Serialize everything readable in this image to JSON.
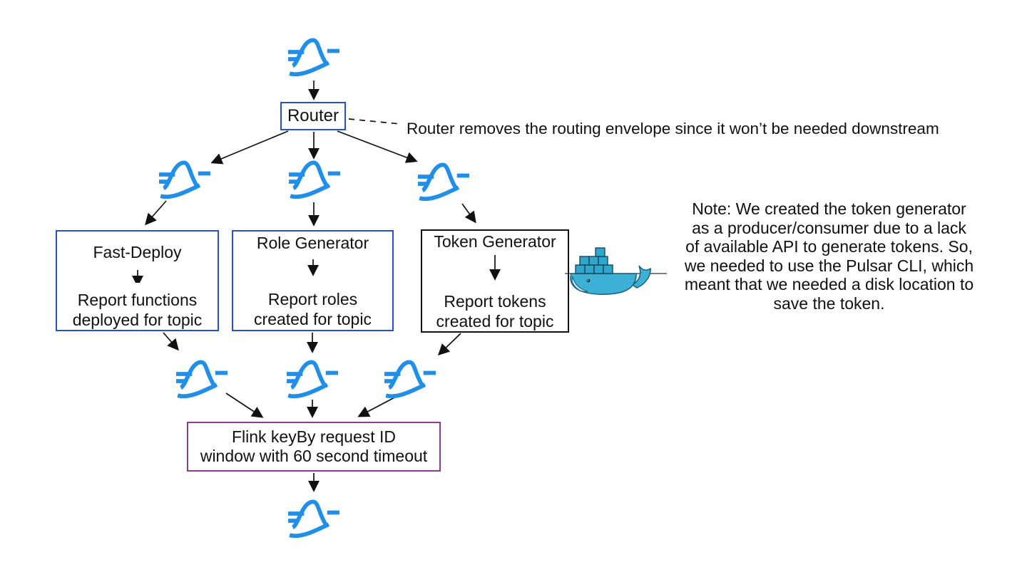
{
  "diagram": {
    "router": {
      "label": "Router"
    },
    "router_annotation": "Router removes the routing envelope since it won’t be needed downstream",
    "boxes": {
      "fast_deploy": {
        "title": "Fast-Deploy",
        "body_line1": "Report functions",
        "body_line2": "deployed for topic"
      },
      "role_generator": {
        "title": "Role Generator",
        "body_line1": "Report roles",
        "body_line2": "created for topic"
      },
      "token_generator": {
        "title": "Token Generator",
        "body_line1": "Report tokens",
        "body_line2": "created for topic"
      }
    },
    "flink": {
      "line1": "Flink keyBy request ID",
      "line2": "window with 60 second timeout"
    },
    "note": {
      "lines": [
        "Note: We created the token generator",
        "as a producer/consumer due to a lack",
        "of available API to generate tokens. So,",
        "we needed to use the Pulsar CLI, which",
        "meant that we needed a disk location to",
        "save the token."
      ]
    },
    "icons": {
      "pulsar_topic": "pulsar-topic-icon",
      "docker": "docker-whale-icon",
      "arrow": "arrow-connector"
    },
    "colors": {
      "pulsar_blue": "#1f8fea",
      "box_border_blue": "#2352cc",
      "token_border_black": "#111111",
      "flink_border_purple": "#8e3a8e",
      "docker_teal": "#3db0d6",
      "arrow_black": "#111111"
    }
  }
}
